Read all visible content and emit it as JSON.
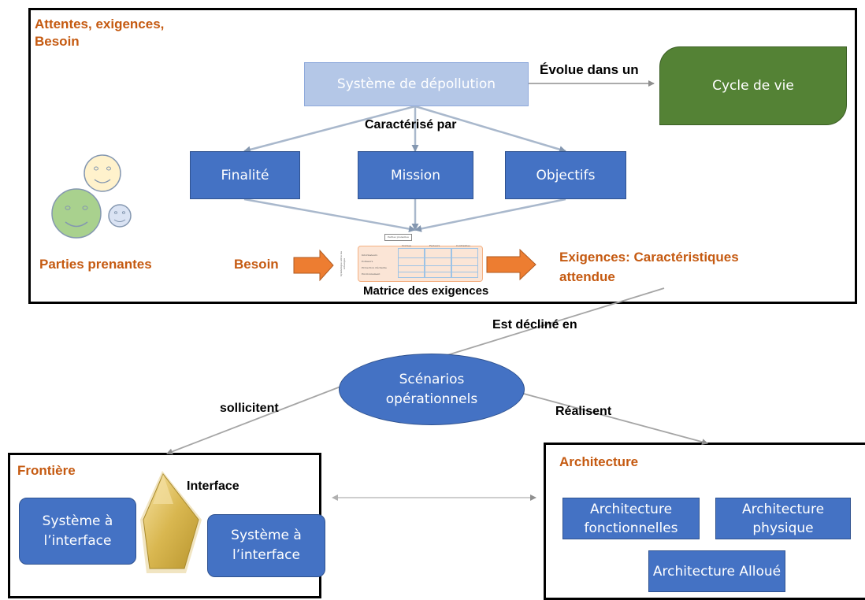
{
  "top_frame": {
    "title": "Attentes, exigences, Besoin",
    "system": "Système de dépollution",
    "evolves_label": "Évolue dans un",
    "lifecycle": "Cycle de vie",
    "characterized_label": "Caractérisé par",
    "finalite": "Finalité",
    "mission": "Mission",
    "objectifs": "Objectifs",
    "stakeholders": "Parties prenantes",
    "need": "Besoin",
    "matrix_caption": "Matrice des exigences",
    "matrix": {
      "header": "Parties prenantes",
      "columns": [
        "Normes",
        "Facteurs",
        "Contraintes"
      ],
      "rows": [
        "Informateurs",
        "Pollueurs",
        "Protection d'écharde",
        "Environnement"
      ],
      "side": "Symbolique entre les échanges"
    },
    "requirements": "Exigences: Caractéristiques attendue"
  },
  "declined_label": "Est décliné en",
  "scenarios": "Scénarios opérationnels",
  "solicit_label": "sollicitent",
  "realize_label": "Réalisent",
  "border_frame": {
    "title": "Frontière",
    "interface_label": "Interface",
    "system_left": "Système à l’interface",
    "system_right": "Système à l’interface"
  },
  "arch_frame": {
    "title": "Architecture",
    "functional": "Architecture fonctionnelles",
    "physical": "Architecture physique",
    "allocated": "Architecture Alloué"
  },
  "colors": {
    "accent_orange": "#c55a11",
    "box_blue": "#4472c4",
    "system_light_blue": "#b4c7e7",
    "lifecycle_green": "#548235",
    "arrow_orange": "#ed7d31",
    "connector_gray": "#a5a5a5"
  },
  "icons": [
    "smiley-face-icon",
    "pentagon-interface-icon"
  ]
}
